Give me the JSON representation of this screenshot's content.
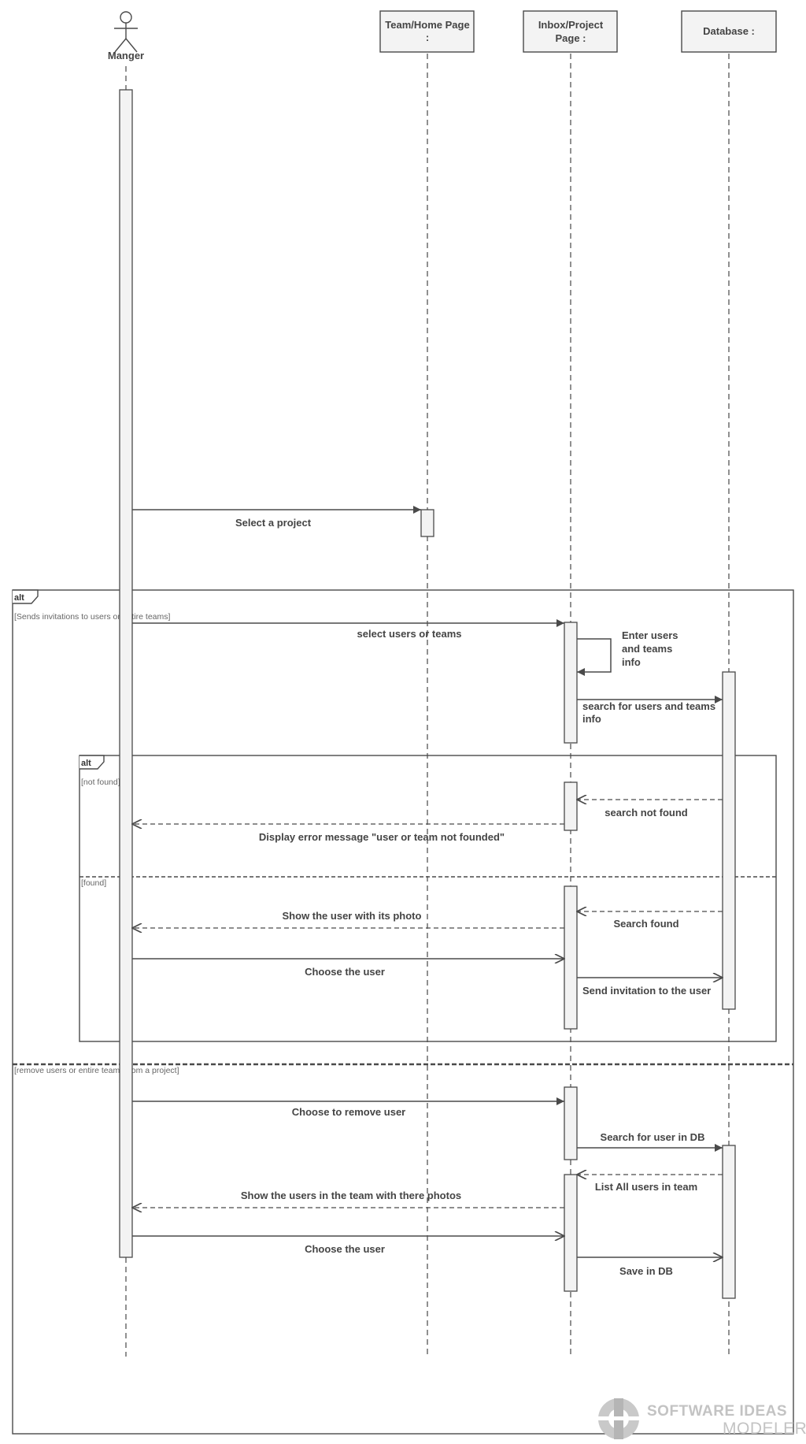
{
  "participants": {
    "manager": "Manger",
    "team_home_line1": "Team/Home Page",
    "team_home_line2": ":",
    "inbox_line1": "Inbox/Project",
    "inbox_line2": "Page :",
    "database": "Database :"
  },
  "messages": {
    "select_project": "Select a project",
    "select_users": "select users or teams",
    "enter_info_1": "Enter users",
    "enter_info_2": "and teams",
    "enter_info_3": "info",
    "search_info_1": "search for users and teams",
    "search_info_2": "info",
    "search_not_found": "search not found",
    "display_error": "Display error message \"user or team not founded\"",
    "search_found": "Search found",
    "show_user_photo": "Show the user with its photo",
    "choose_user_1": "Choose the user",
    "send_invitation": "Send invitation to the user",
    "choose_remove": "Choose to remove user",
    "search_db": "Search for user in DB",
    "list_all": "List All users in team",
    "show_users_team": "Show the users in the team with there photos",
    "choose_user_2": "Choose the user",
    "save_db": "Save in DB"
  },
  "fragments": {
    "outer_operator": "alt",
    "outer_guard_1": "[Sends invitations to users or entire teams]",
    "outer_guard_2": "[remove users or entire teams from a project]",
    "inner_operator": "alt",
    "inner_guard_1": "[not found]",
    "inner_guard_2": "[found]"
  },
  "watermark": {
    "line1": "SOFTWARE IDEAS",
    "line2": "MODELER"
  },
  "colors": {
    "stroke": "#4a4a4a",
    "box_fill": "#f3f3f3",
    "watermark": "#c3c3c3"
  }
}
